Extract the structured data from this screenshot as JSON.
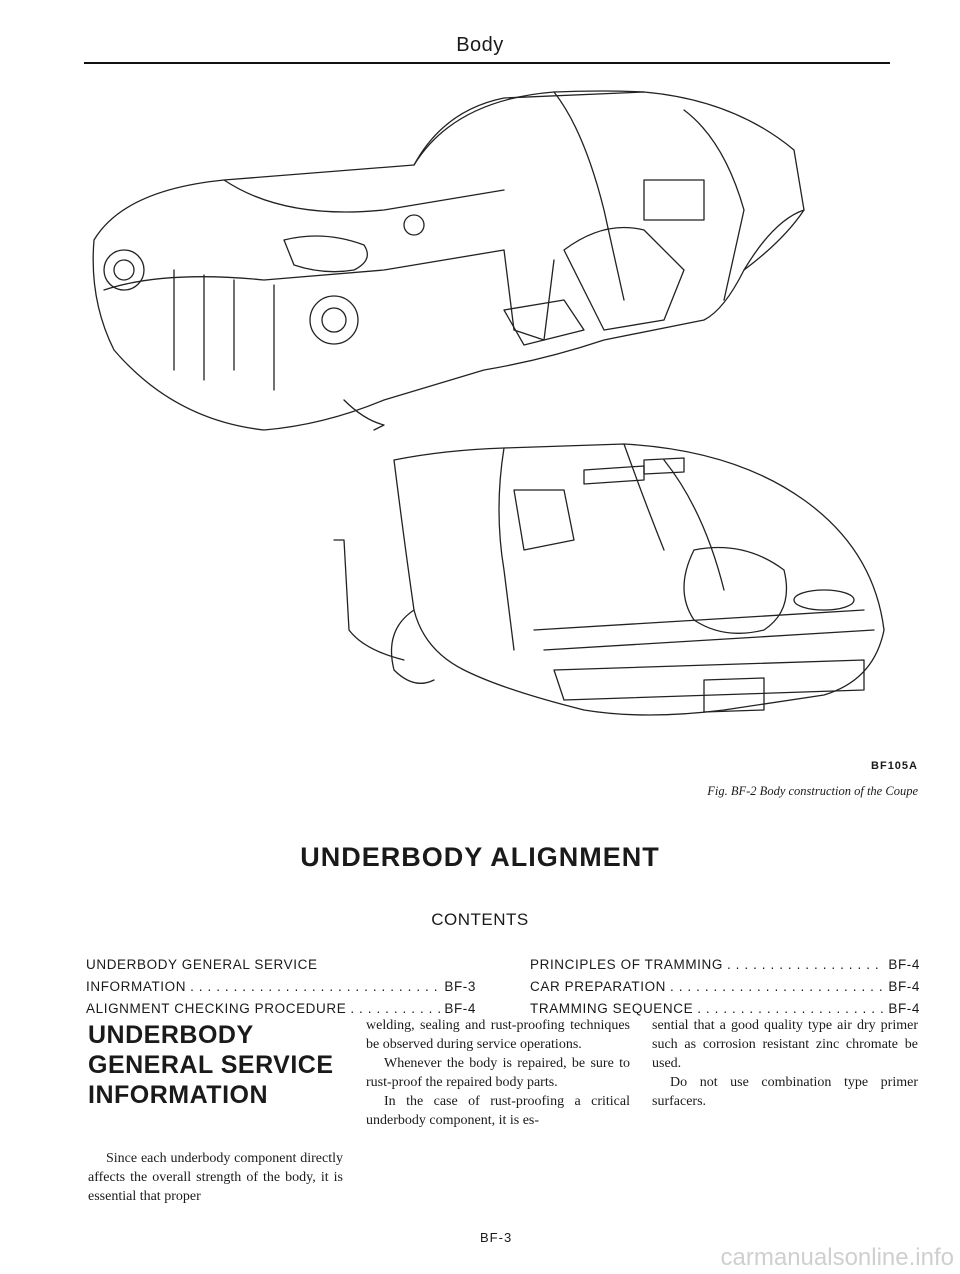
{
  "header": {
    "title": "Body"
  },
  "figure": {
    "code": "BF105A",
    "caption": "Fig. BF-2 Body construction of the Coupe"
  },
  "section": {
    "title": "UNDERBODY ALIGNMENT",
    "contents_label": "CONTENTS"
  },
  "toc": {
    "left": [
      {
        "label": "UNDERBODY GENERAL SERVICE",
        "page": ""
      },
      {
        "label": "INFORMATION",
        "page": "BF-3"
      },
      {
        "label": "ALIGNMENT CHECKING PROCEDURE",
        "page": "BF-4"
      }
    ],
    "right": [
      {
        "label": "PRINCIPLES OF TRAMMING",
        "page": "BF-4"
      },
      {
        "label": "CAR PREPARATION",
        "page": "BF-4"
      },
      {
        "label": "TRAMMING SEQUENCE",
        "page": "BF-4"
      }
    ]
  },
  "subsection": {
    "heading_line1": "UNDERBODY",
    "heading_line2": "GENERAL SERVICE",
    "heading_line3": "INFORMATION"
  },
  "body": {
    "col1_p1": "Since each underbody component directly affects the overall strength of the body, it is essential that proper",
    "col2_p1": "welding, sealing and rust-proofing techniques be observed during service operations.",
    "col2_p2": "Whenever the body is repaired, be sure to rust-proof the repaired body parts.",
    "col2_p3": "In the case of rust-proofing a critical underbody component, it is es-",
    "col3_p1": "sential that a good quality type air dry primer such as corrosion resistant zinc chromate be used.",
    "col3_p2": "Do not use combination type primer surfacers."
  },
  "footer": {
    "page_number": "BF-3",
    "watermark": "carmanualsonline.info"
  }
}
